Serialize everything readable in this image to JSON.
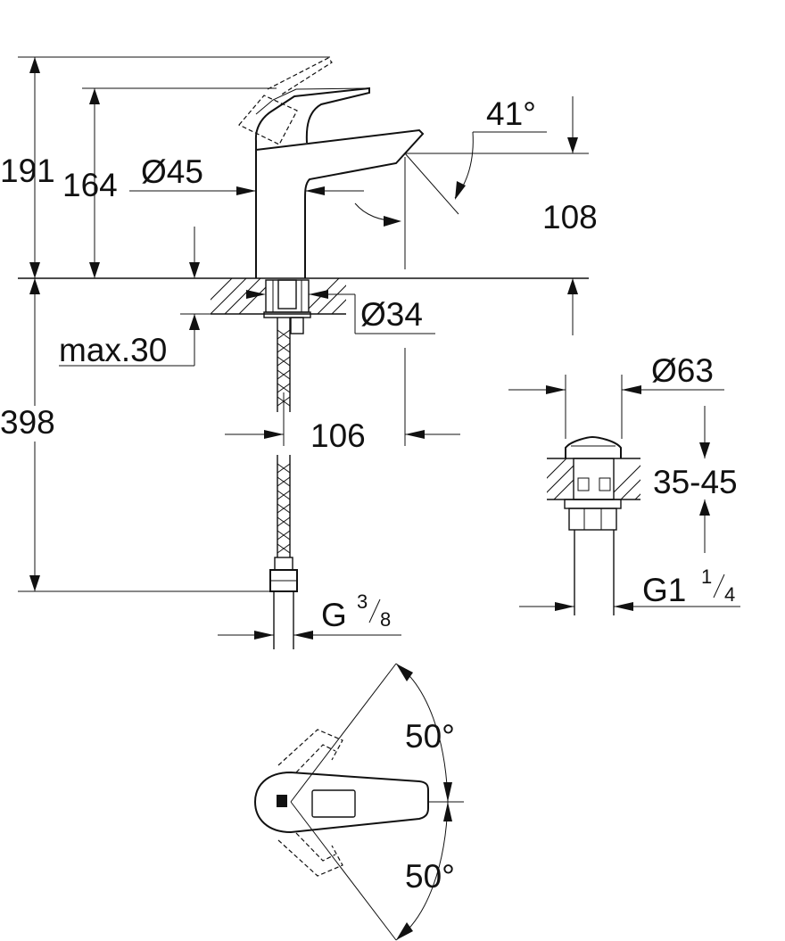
{
  "labels": {
    "height_total": "191",
    "height_spout": "164",
    "spout_diameter": "Ø45",
    "spout_angle": "41°",
    "spout_height": "108",
    "base_diameter": "Ø34",
    "max_thickness": "max.30",
    "hose_length": "398",
    "projection": "106",
    "hose_thread_main": "G",
    "hose_thread_num": "3",
    "hose_thread_den": "8",
    "waste_diameter": "Ø63",
    "waste_range": "35-45",
    "waste_thread_main": "G1",
    "waste_thread_num": "1",
    "waste_thread_den": "4",
    "lever_angle_up": "50°",
    "lever_angle_down": "50°"
  }
}
